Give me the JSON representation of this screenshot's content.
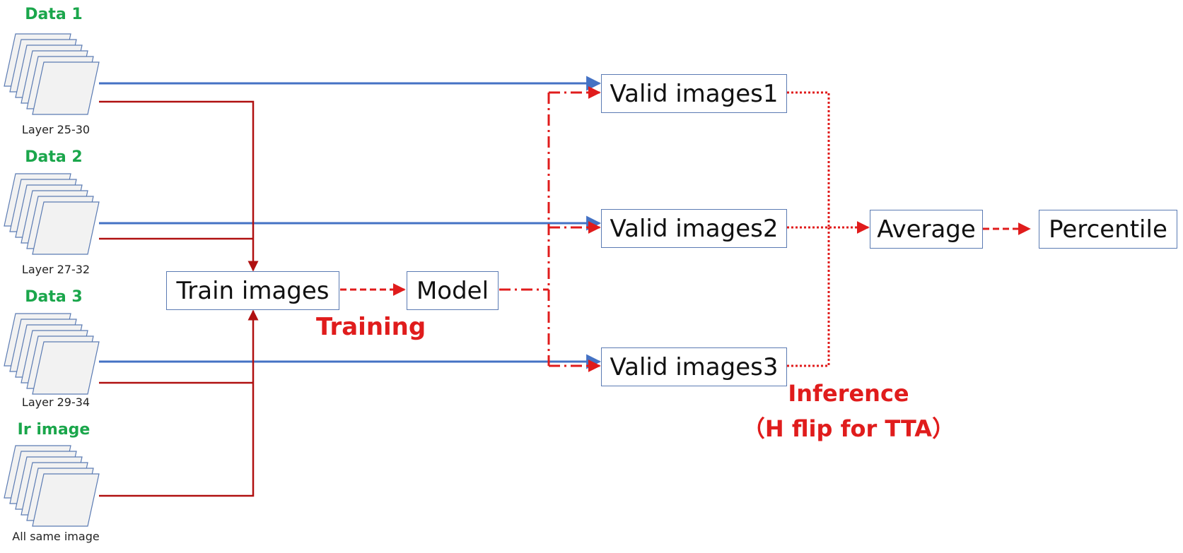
{
  "inputs": [
    {
      "title": "Data 1",
      "label": "Layer 25-30"
    },
    {
      "title": "Data 2",
      "label": "Layer 27-32"
    },
    {
      "title": "Data 3",
      "label": "Layer 29-34"
    },
    {
      "title": "Ir image",
      "label": "All same image"
    }
  ],
  "boxes": {
    "train": "Train images",
    "model": "Model",
    "valid1": "Valid images1",
    "valid2": "Valid images2",
    "valid3": "Valid images3",
    "average": "Average",
    "percentile": "Percentile"
  },
  "labels": {
    "training": "Training",
    "inference_line1": "Inference",
    "inference_line2": "（H flip for TTA）"
  },
  "colors": {
    "title_green": "#1aa64b",
    "blue_arrow": "#4472c4",
    "dark_red": "#b01010",
    "red": "#e01c1c",
    "box_border": "#5b7bb3",
    "stack_fill": "#f2f2f2"
  }
}
